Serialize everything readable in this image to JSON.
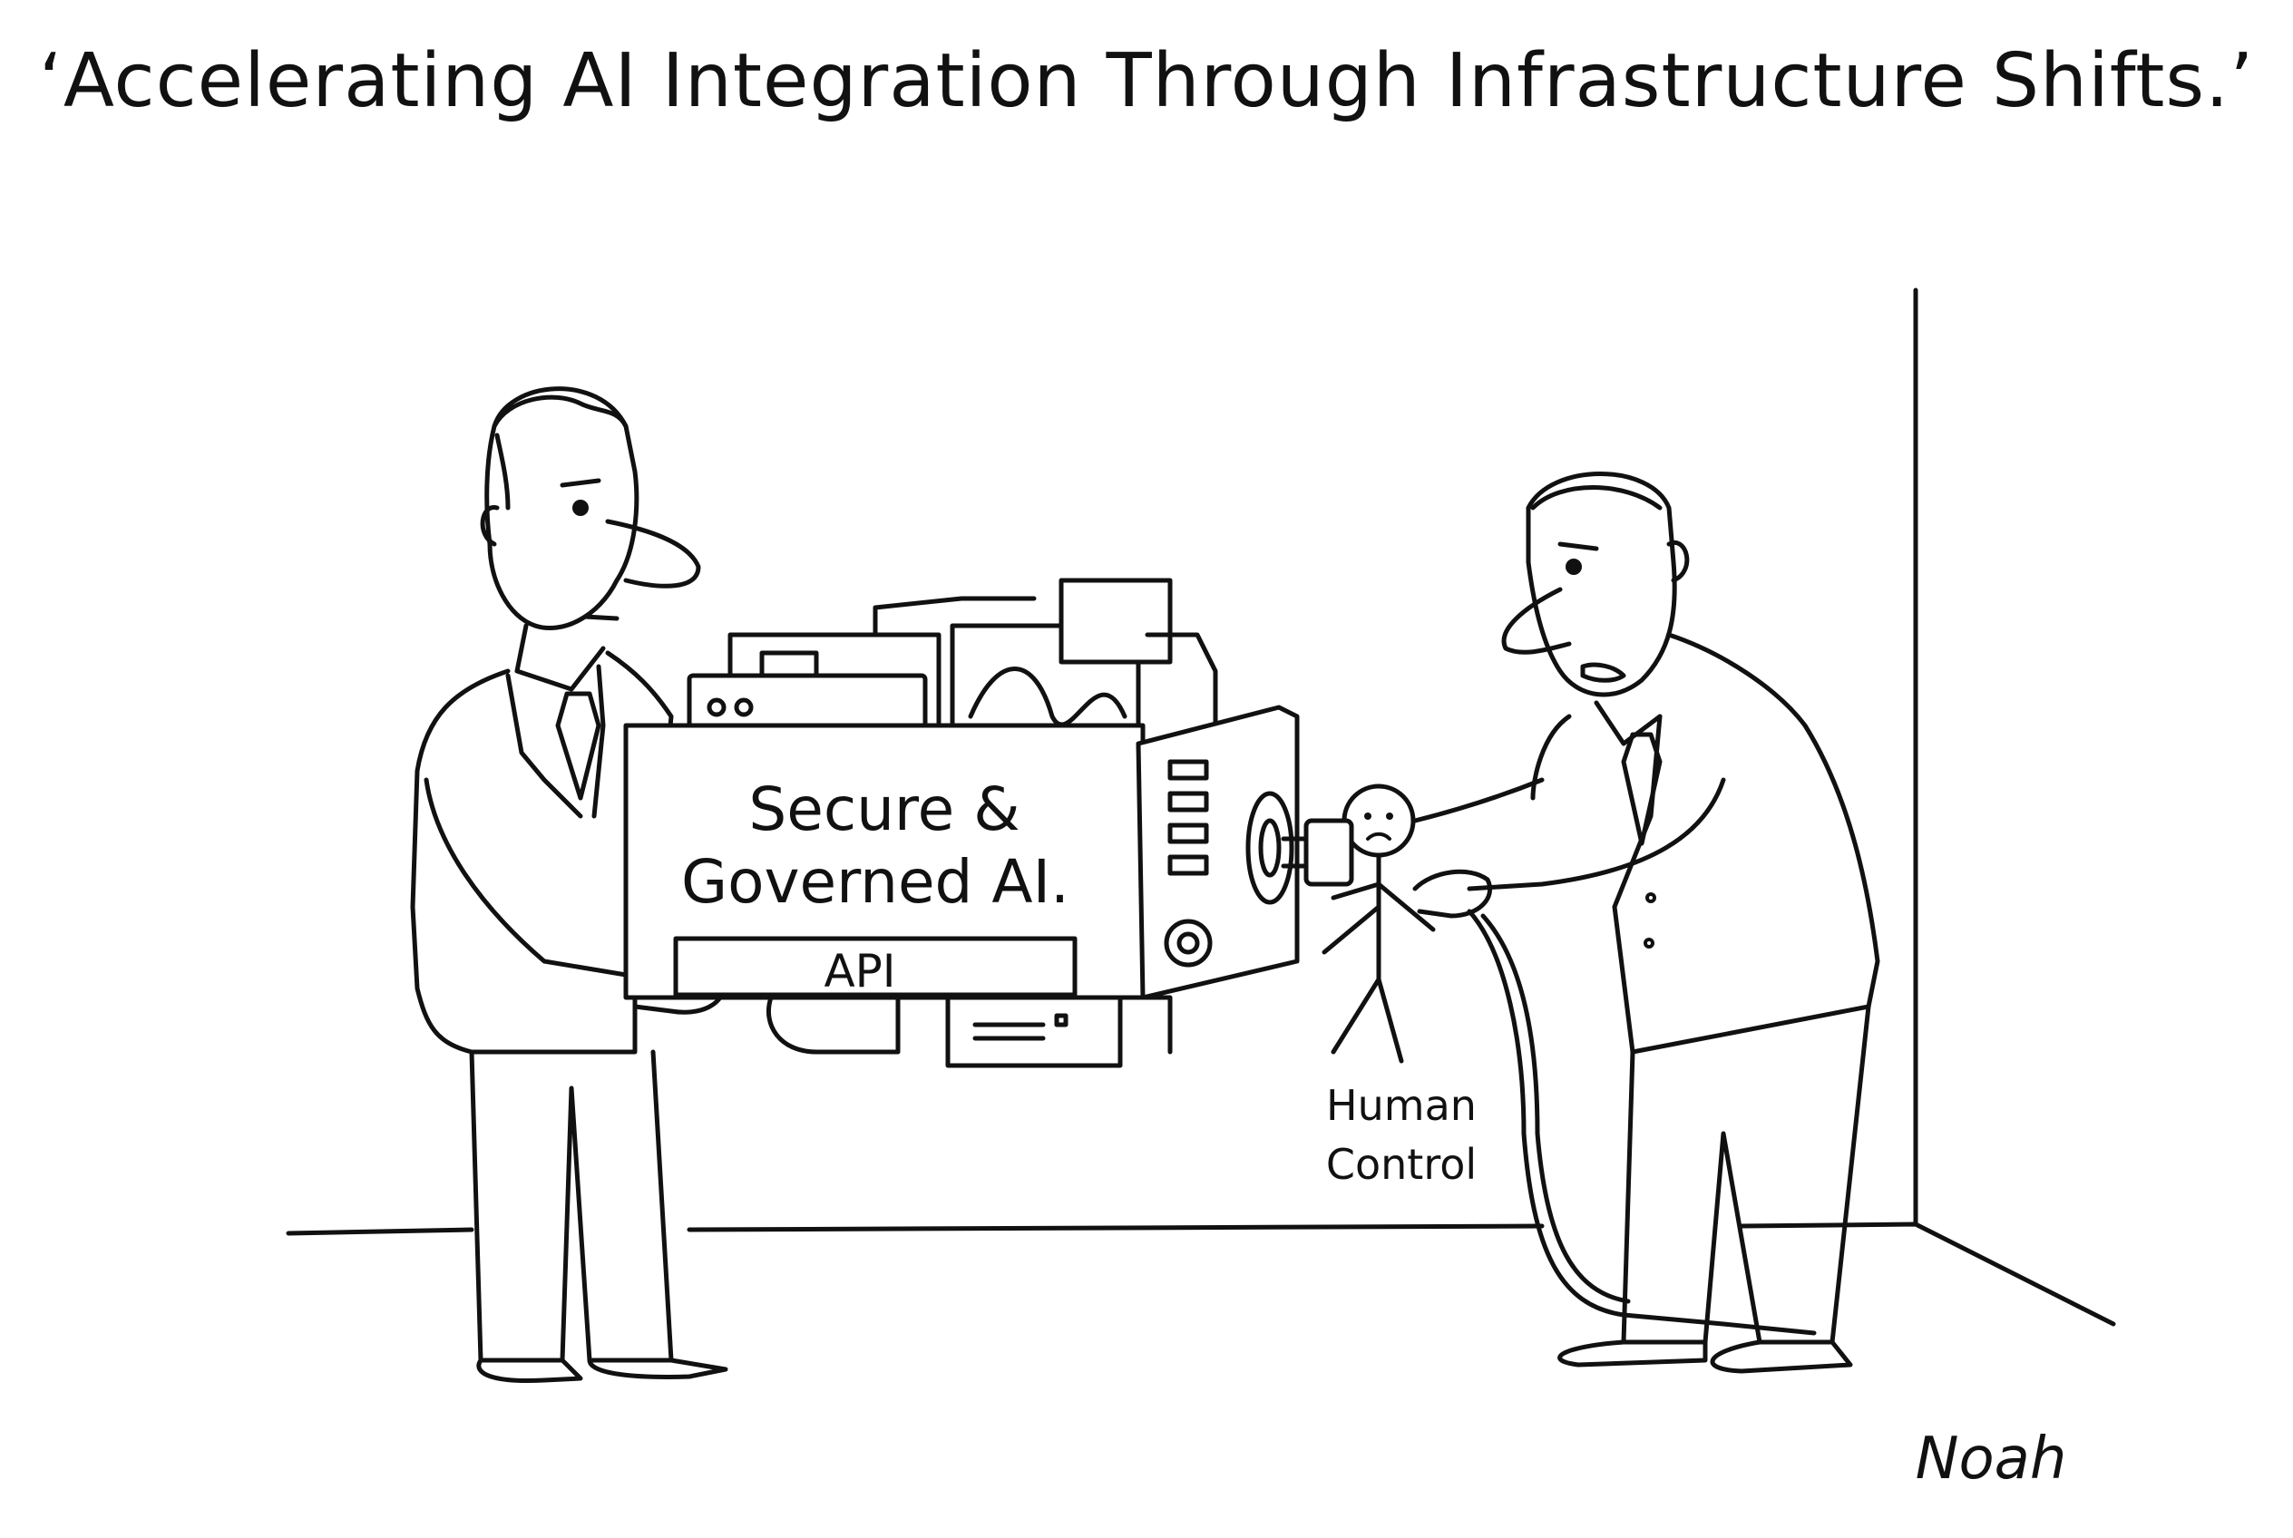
{
  "caption": "‘Accelerating AI Integration Through Infrastructure Shifts.’",
  "machine": {
    "label_line1": "Secure &",
    "label_line2": "Governed AI.",
    "api_label": "API"
  },
  "human_figure": {
    "label_line1": "Human",
    "label_line2": "Control"
  },
  "signature": "Noah"
}
